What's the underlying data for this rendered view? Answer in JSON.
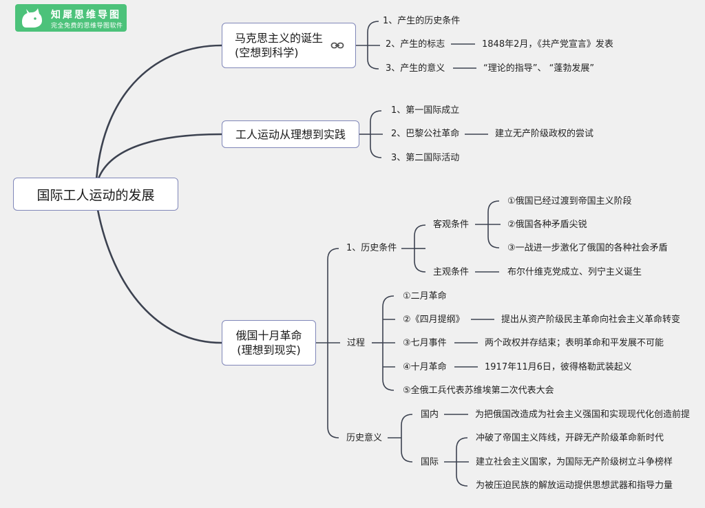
{
  "logo": {
    "title": "知犀思维导图",
    "subtitle": "完全免费的思维导图软件"
  },
  "root": "国际工人运动的发展",
  "b1": {
    "line1": "马克思主义的诞生",
    "line2": "(空想到科学)",
    "item1": "1、产生的历史条件",
    "item2": "2、产生的标志",
    "item2_detail": "1848年2月，《共产党宣言》发表",
    "item3": "3、产生的意义",
    "item3_detail": "“理论的指导”、 “蓬勃发展”"
  },
  "b2": {
    "title": "工人运动从理想到实践",
    "item1": "1、第一国际成立",
    "item2": "2、巴黎公社革命",
    "item2_detail": "建立无产阶级政权的尝试",
    "item3": "3、第二国际活动"
  },
  "b3": {
    "line1": "俄国十月革命",
    "line2": "(理想到现实)",
    "cond": {
      "label": "1、历史条件",
      "objective": "客观条件",
      "obj1": "①俄国已经过渡到帝国主义阶段",
      "obj2": "②俄国各种矛盾尖锐",
      "obj3": "③一战进一步激化了俄国的各种社会矛盾",
      "subjective": "主观条件",
      "subj_detail": "布尔什维克党成立、列宁主义诞生"
    },
    "process": {
      "label": "过程",
      "p1": "①二月革命",
      "p2": "②《四月提纲》",
      "p2_detail": "提出从资产阶级民主革命向社会主义革命转变",
      "p3": "③七月事件",
      "p3_detail": "两个政权并存结束；表明革命和平发展不可能",
      "p4": "④十月革命",
      "p4_detail": "1917年11月6日，彼得格勒武装起义",
      "p5": "⑤全俄工兵代表苏维埃第二次代表大会"
    },
    "significance": {
      "label": "历史意义",
      "domestic": "国内",
      "domestic_detail": "为把俄国改造成为社会主义强国和实现现代化创造前提",
      "international": "国际",
      "intl1": "冲破了帝国主义阵线，开辟无产阶级革命新时代",
      "intl2": "建立社会主义国家，为国际无产阶级树立斗争榜样",
      "intl3": "为被压迫民族的解放运动提供思想武器和指导力量"
    }
  },
  "colors": {
    "line": "#3c4250",
    "box_border": "#7f86b8",
    "logo_bg": "#4cc27a"
  }
}
